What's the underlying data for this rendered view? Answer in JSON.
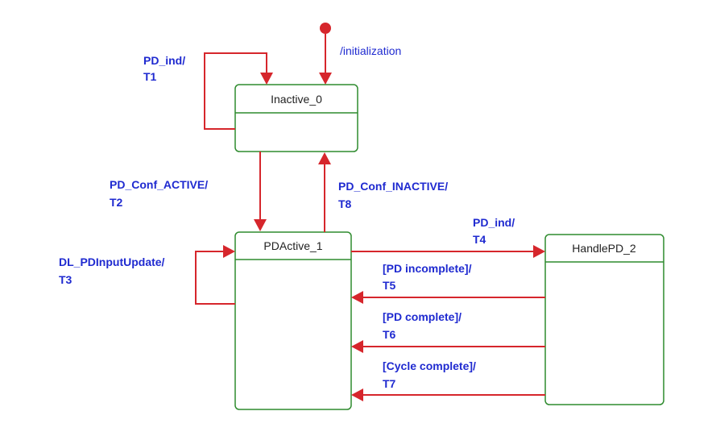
{
  "colors": {
    "state_border": "#2e8b2e",
    "transition": "#d6262c",
    "label_text": "#1f2ad0",
    "state_text": "#222222"
  },
  "states": {
    "inactive": "Inactive_0",
    "pdactive": "PDActive_1",
    "handlepd": "HandlePD_2"
  },
  "initial": {
    "label": "/initialization"
  },
  "transitions": {
    "t1": {
      "line1": "PD_ind/",
      "line2": "T1"
    },
    "t2": {
      "line1": "PD_Conf_ACTIVE/",
      "line2": "T2"
    },
    "t3": {
      "line1": "DL_PDInputUpdate/",
      "line2": "T3"
    },
    "t4": {
      "line1": "PD_ind/",
      "line2": "T4"
    },
    "t5": {
      "line1": "[PD incomplete]/",
      "line2": "T5"
    },
    "t6": {
      "line1": "[PD complete]/",
      "line2": "T6"
    },
    "t7": {
      "line1": "[Cycle complete]/",
      "line2": "T7"
    },
    "t8": {
      "line1": "PD_Conf_INACTIVE/",
      "line2": "T8"
    }
  }
}
